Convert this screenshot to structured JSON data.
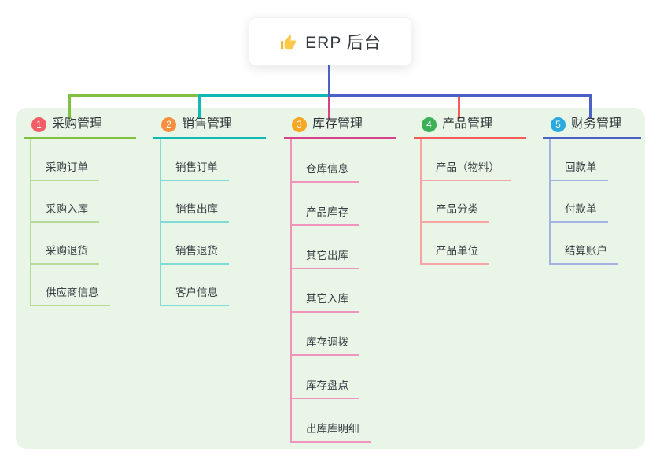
{
  "root": {
    "label": "ERP 后台",
    "icon": "thumbs-up-icon"
  },
  "colors": {
    "panel_bg": "#e9f5e6",
    "root_connector": "#4b61c5"
  },
  "branches": [
    {
      "index": "1",
      "label": "采购管理",
      "badge_color": "#f25e68",
      "line_color": "#7fc041",
      "sub_line_color": "#b7db97",
      "children": [
        "采购订单",
        "采购入库",
        "采购退货",
        "供应商信息"
      ]
    },
    {
      "index": "2",
      "label": "销售管理",
      "badge_color": "#f78f3f",
      "line_color": "#10b9b2",
      "sub_line_color": "#82dcd5",
      "children": [
        "销售订单",
        "销售出库",
        "销售退货",
        "客户信息"
      ]
    },
    {
      "index": "3",
      "label": "库存管理",
      "badge_color": "#f6a723",
      "line_color": "#d6418c",
      "sub_line_color": "#f094bd",
      "children": [
        "仓库信息",
        "产品库存",
        "其它出库",
        "其它入库",
        "库存调拨",
        "库存盘点",
        "出库库明细"
      ]
    },
    {
      "index": "4",
      "label": "产品管理",
      "badge_color": "#3bb057",
      "line_color": "#f65b5b",
      "sub_line_color": "#f9a4a4",
      "children": [
        "产品（物料）",
        "产品分类",
        "产品单位"
      ]
    },
    {
      "index": "5",
      "label": "财务管理",
      "badge_color": "#2aaade",
      "line_color": "#4b61c5",
      "sub_line_color": "#a4b2e4",
      "children": [
        "回款单",
        "付款单",
        "结算账户"
      ]
    }
  ]
}
